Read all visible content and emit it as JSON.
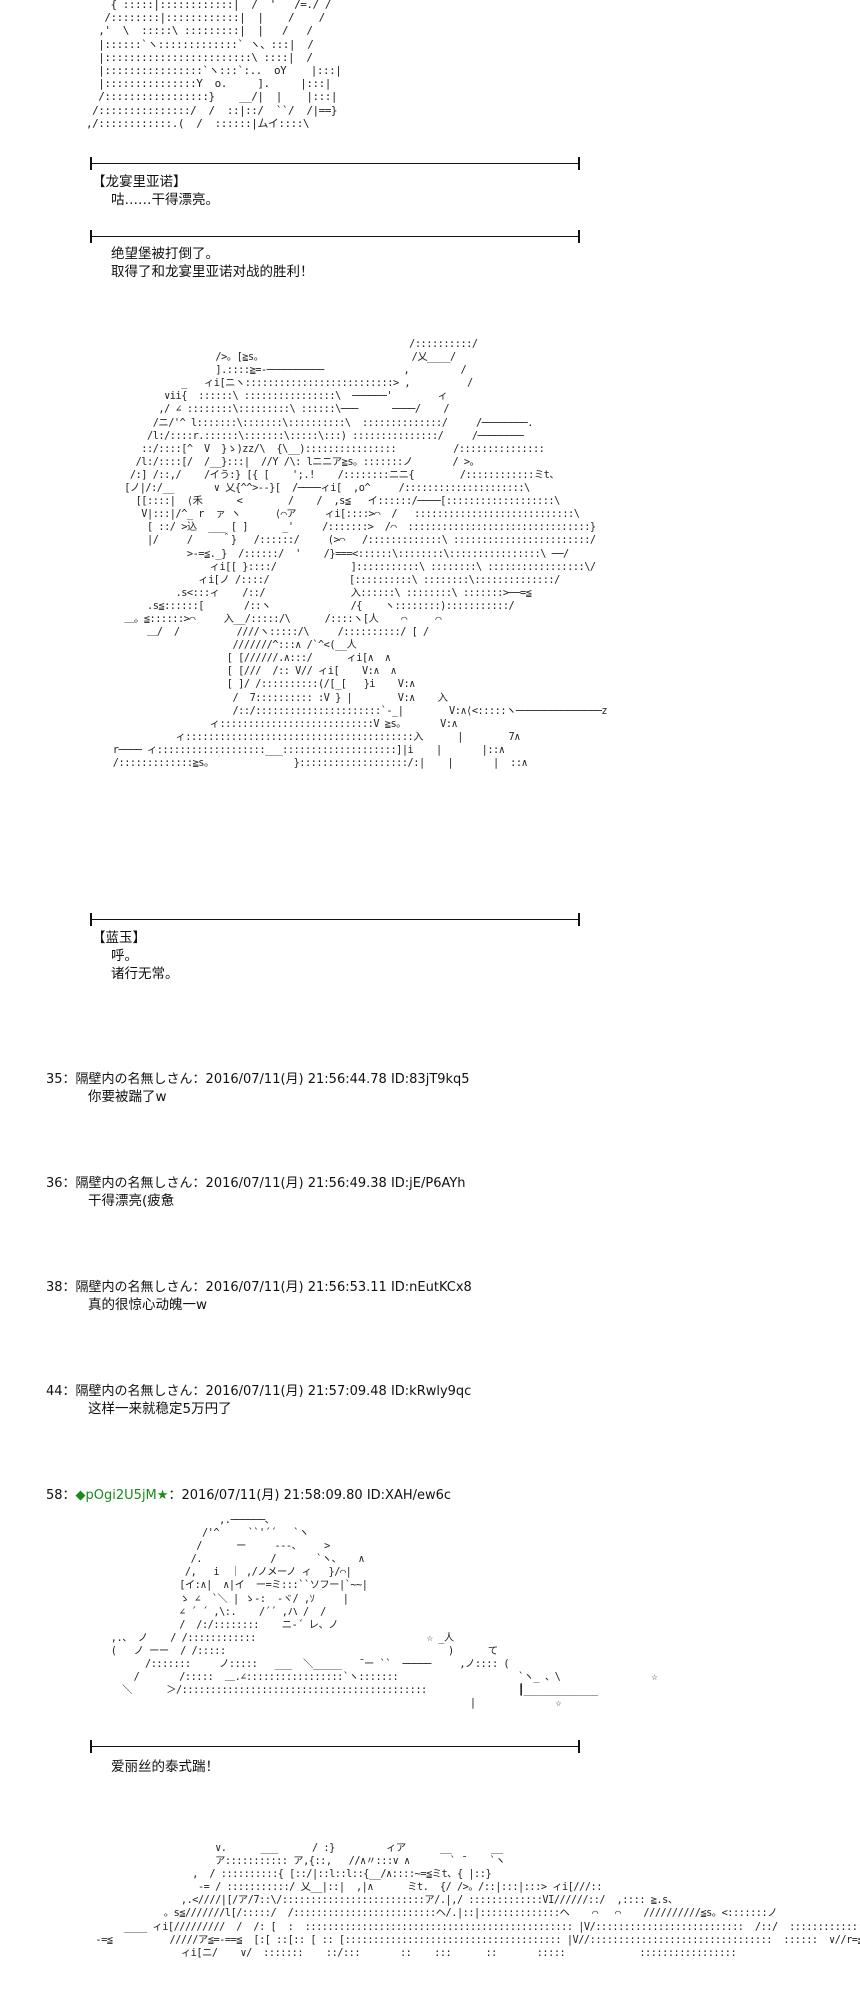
{
  "aa": {
    "block1": "    { :::::|::::::::::::|  /  '   /=./ /\n   /::::::::|::::::::::::|  |    /    /\n  ,'  \\  :::::\\ :::::::::|  |   /   /\n  |::::::`ヽ:::::::::::::` ヽ、:::|  /\n  |::::::::::::::::::::::::\\ ::::|  /\n  |::::::::::::::::`ヽ:::`:..  oY    |:::|\n  |:::::::::::::::Y  o.     ].     |:::|\n  /:::::::::::::::::}    __/|  |    |:::|\n /:::::::::::::::/  /  ::|::/  ``/  /|==}\n,/::::::::::::.(  /  ::::::|ムイ::::\\",
    "block2": "                                                        /::::::::::/\n                      />。[≧s。                          /乂____/\n                      ].::::≧=-──────────              ,         /\n                _   ィi[ニヽ::::::::::::::::::::::::::> ,          /\n             ∨ii{  ::::::\\ ::::::::::::::::\\  ──────'        ィ\n            ,/ ∠ ::::::::\\:::::::::\\ ::::::\\───      ────/    /\n           /ニ/'^ l:::::::\\:::::::\\::::::::::\\  ::::::::::::::/     /────────.\n          /l:/::::r.::::::\\:::::::\\:::::\\:::) :::::::::::::::/     /────────\n         ::/::::[^  V  }ゝ)zz/\\  {\\__)::::::::::::::::          /:::::::::::::::\n        /l:/::::[/  /__}:::|  //Y /\\: lニニア≧s。:::::::ノ       / >。\n       /:] /::,/    /イう:} [{ [    ';.!    /::::::::ニニ{        /::::::::::::ミt、\n      [ノ|/:/__       ∨ 乂{^^>--}[  /────ィi[  ,o^     /:::::::::::::::::::::\\\n        [[::::|  ⟨禾      <        /    /  ,s≦   イ::::::/────[:::::::::::::::::::\\\n         V|:::|/^_ r  ァ ヽ      ⟨⌒ア     ィi[::::>⌒  /   ::::::::::::::::::::::::::::\\\n          [ ::/ >込  ___ [ ]      _'     /:::::::>  /⌒  ::::::::::::::::::::::::::::::::}\n          |/     /     ＾}   /::::::/     (>⌒   /:::::::::::::\\ ::::::::::::::::::::::::/\n                 >-=≦._}  /::::::/  '    /}===<::::::\\::::::::\\::::::::::::::::\\ ──/\n                     ィi[[ }::::/             ]:::::::::::\\ ::::::::\\ :::::::::::::::::\\/\n                   ィi[ノ /::::/              [::::::::::\\ ::::::::\\::::::::::::::/\n               .s<:::ィ    /::/               入::::::\\ ::::::::\\ :::::::>──=≦\n          .s≦::::::[       /::ヽ              /{    ヽ::::::::):::::::::::/\n      ＿。≦::::::>⌒     入__/:::::/\\      /::::ヽ[人    ⌒     ⌒\n          ＿/  /          ////ヽ:::::/\\     /::::::::::/ [ /\n                         ///////^:::∧ /`^<(__人\n                        [ [//////.∧:::/      ィi[∧  ∧\n                        [ [///  /:: V// ィi[    V:∧  ∧\n                        [ ]/ /::::::::::(/[_[   }i    V:∧\n                         /  7:::::::::: :V } |        V:∧    入\n                         /::/::::::::::::::::::::::`-_|        V:∧⟨<:::::ヽ───────────────z\n                     ィ:::::::::::::::::::::::::::V ≧s。      V:∧\n               ィ::::::::::::::::::::::::::::::::::::::::入      |        7∧\n    r──── ィ:::::::::::::::::::___::::::::::::::::::::]|i    |       |::∧\n    /:::::::::::::≧s。              }:::::::::::::::::::/:|    |       |  ::∧",
    "block3": "                       ,.──────、\n                    /'^     ``'´´   `ヽ\n                   /      ー     ---、    >\n                  /.            /       `ヽ、   ∧\n                 /,   i  ｜ ,/ノメーノ ィ   }/⌒|\n                [イ:∧|  ∧|イ  ー=ミ:::``ソフー|`~~|\n                ゝ ∠  `＼ | ゝ-:  -ヾ/ ,ｿ     |\n                ∠ ´ ´ ,\\:.    /´´ ,ハ /  /\n                /  /:/::::::::    ニ-´ レ、ノ\n    ,.、 ノ    / /::::::::::::                              ☆ _人\n    (   ノ ーー  / /:::::                                       )      て\n          /:::::::     ノ:::::   ___  ＼_____   ̄ ー ``  ─────     ,ノ:::: (\n        /       /:::::  ＿.∠:::::::::::::::::`ヽ:::::::                     `ヽ_ 、\\                ☆\n      ＼      ＞/:::::::::::::::::::::::::::::::::::::::::::                ┃_____________\n                                                                   |              ☆",
    "block4": "                       ∨.      ___      / :}         ィア      __       __\n                       ア::::::::::: ア,{::,   //∧〃:::∨ ∧       ` ̄     `ヽ\n                   ,  / ::::::::::{ [::/|::l::l::{__/∧::::~=≦ミt、{ |::}\n                    -= / :::::::::::/ 乂__|::|  ,|∧      ミt.  {/ />。/::|:::|:::> ィi[///::\n                 ,.<////|[/ア/7::\\/:::::::::::::::::::::::::ア/.|,/ :::::::::::::VI//////::/  ,:::: ≧.s、\n              。s≦///////l[/:::::/  /:::::::::::::::::::::::::ヘ/.|::|::::::::::::::ヘ    ⌒   ⌒    //////////≦s。<:::::::ノ\n       ____ ィi[/////////  /  /: [  :  ::::::::::::::::::::::::::::::::::::::::::::::: |V/::::::::::::::::::::::::::  /::/  ::::::::::::::::::::::: ,\n  -=≦          /////ア≦=-==≦  [:[ ::[:: [ :: [:::::::::::::::::::::::::::::::::::::: |V//::::::::::::::::::::::::::::::::  ::::::  ∨//r=≦\n                 ィi[ニ/    ∨/  :::::::    ::/:::       ::    :::      ::       :::::             :::::::::::::::::"
  },
  "scene1": {
    "speaker": "【龙宴里亚诺】",
    "line1": "咕……干得漂亮。"
  },
  "scene2": {
    "line1": "绝望堡被打倒了。",
    "line2": "取得了和龙宴里亚诺对战的胜利！"
  },
  "scene3": {
    "speaker": "【蓝玉】",
    "line1": "呼。",
    "line2": "诸行无常。"
  },
  "posts": [
    {
      "header": "35：隔壁内の名無しさん：2016/07/11(月) 21:56:44.78 ID:83jT9kq5",
      "body": "你要被踹了w"
    },
    {
      "header": "36：隔壁内の名無しさん：2016/07/11(月) 21:56:49.38 ID:jE/P6AYh",
      "body": "干得漂亮(疲惫"
    },
    {
      "header": "38：隔壁内の名無しさん：2016/07/11(月) 21:56:53.11 ID:nEutKCx8",
      "body": "真的很惊心动魄一w"
    },
    {
      "header": "44：隔壁内の名無しさん：2016/07/11(月) 21:57:09.48 ID:kRwly9qc",
      "body": "这样一来就稳定5万円了"
    }
  ],
  "post58": {
    "number": "58：",
    "trip": "◆pOgi2U5jM",
    "star": "★",
    "rest": "：2016/07/11(月) 21:58:09.80 ID:XAH/ew6c",
    "line1": "爱丽丝的泰式踹！"
  },
  "colors": {
    "trip_green": "#1a8a1a",
    "text": "#111111"
  }
}
